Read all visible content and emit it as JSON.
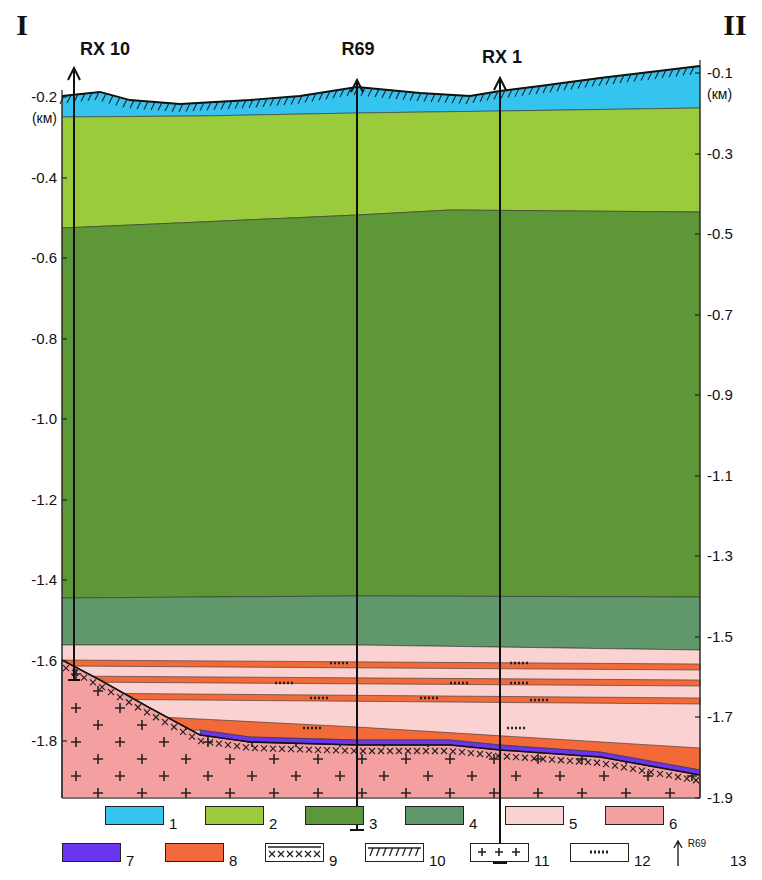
{
  "diagram": {
    "labels": [
      "I",
      "II",
      "RX 10",
      "R69",
      "RX 1",
      "-0.2",
      "(км)",
      "-0.4",
      "-0.6",
      "-0.8",
      "-1.0",
      "-1.2",
      "-1.4",
      "-1.6",
      "-1.8",
      "-0.1",
      "(км)",
      "-0.3",
      "-0.5",
      "-0.7",
      "-0.9",
      "-1.1",
      "-1.3",
      "-1.5",
      "-1.7",
      "-1.9",
      "R69"
    ],
    "legend": [
      {
        "text": "1",
        "color": "#35c4f0"
      },
      {
        "text": "2",
        "color": "#9acb3c"
      },
      {
        "text": "3",
        "color": "#5e9737"
      },
      {
        "text": "4",
        "color": "#61986b"
      },
      {
        "text": "5",
        "color": "#fbd2d2"
      },
      {
        "text": "6",
        "color": "#f5a0a0"
      },
      {
        "text": "7",
        "color": "#6a35f0"
      },
      {
        "text": "8",
        "color": "#f2693a"
      },
      {
        "text": "9"
      },
      {
        "text": "10"
      },
      {
        "text": "11"
      },
      {
        "text": "12"
      },
      {
        "text": "13"
      }
    ]
  }
}
